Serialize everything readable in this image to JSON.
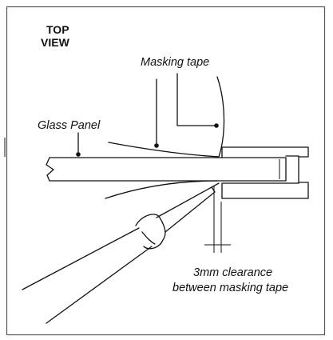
{
  "title": {
    "line1": "TOP",
    "line2": "VIEW"
  },
  "labels": {
    "masking_tape": "Masking tape",
    "glass_panel": "Glass Panel",
    "clearance_line1": "3mm clearance",
    "clearance_line2": "between masking tape"
  },
  "colors": {
    "ink": "#111111",
    "background": "#ffffff",
    "frame": "#555555"
  }
}
